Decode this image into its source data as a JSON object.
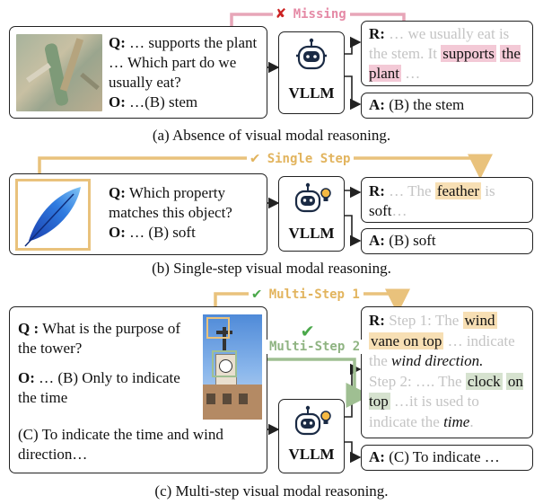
{
  "panel_a": {
    "question_label": "Q:",
    "question_text": " … supports the plant … Which part do we usually eat?",
    "option_label": "O:",
    "option_text": " …(B) stem",
    "model_label": "VLLM",
    "reasoning_label": "R:",
    "reasoning_faint": " … we usually eat is the stem. It ",
    "reasoning_highlight_1": "supports",
    "reasoning_highlight_2": "the plant",
    "reasoning_tail": " …",
    "answer_label": "A:",
    "answer_text": " (B) the stem",
    "tag_mark": "✘",
    "tag_label": "Missing",
    "caption": "(a) Absence of visual modal reasoning."
  },
  "panel_b": {
    "question_label": "Q:",
    "question_text": " Which property matches this object?",
    "option_label": "O:",
    "option_text": " … (B) soft",
    "model_label": "VLLM",
    "reasoning_label": "R:",
    "reasoning_faint_1": " … The ",
    "reasoning_highlight": "feather",
    "reasoning_faint_2": " is",
    "reasoning_line2": "soft",
    "reasoning_tail": "…",
    "answer_label": "A:",
    "answer_text": " (B) soft",
    "tag_mark": "✔",
    "tag_label": "Single Step",
    "caption": "(b) Single-step visual modal reasoning."
  },
  "panel_c": {
    "question_label": "Q :",
    "question_text": " What is the purpose of the tower?",
    "option_label": "O:",
    "option_text": " … (B) Only to indicate the time",
    "option_c_text": "(C) To indicate the time and wind direction…",
    "model_label": "VLLM",
    "reasoning_label": "R:",
    "step1_faint": " Step 1: The ",
    "step1_highlight_1": "wind",
    "step1_highlight_2": "vane on top",
    "step1_faint_2": " … indicate the ",
    "step1_italic": "wind direction.",
    "step2_faint": "Step 2: …. The ",
    "step2_highlight_1": "clock",
    "step2_highlight_2": "on top",
    "step2_faint_2": " …it is used to indicate the ",
    "step2_italic": "time",
    "step2_end": ".",
    "answer_label": "A:",
    "answer_text": " (C) To indicate …",
    "tag1_mark": "✔",
    "tag1_label": "Multi-Step 1",
    "tag2_mark": "✔",
    "tag2_label": "Multi-Step 2",
    "caption": "(c) Multi-step visual modal reasoning."
  },
  "colors": {
    "pink": "#e7a6b8",
    "yellow": "#e9c27c",
    "green": "#9fbf92",
    "red_mark": "#cc2222",
    "green_mark": "#4aa84a"
  }
}
